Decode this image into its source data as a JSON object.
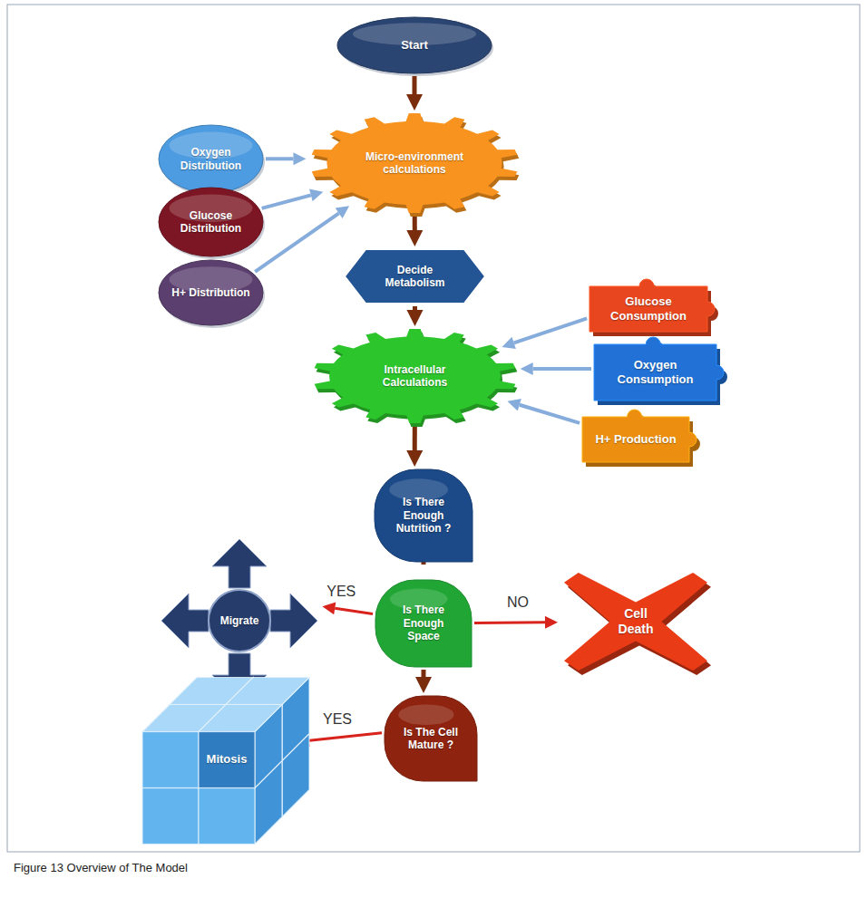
{
  "diagram": {
    "caption": "Figure 13 Overview of The Model",
    "nodes": [
      {
        "text": [
          "Start"
        ]
      },
      {
        "text": [
          "Oxygen Distribution"
        ]
      },
      {
        "text": [
          "Micro-environment calculations"
        ]
      },
      {
        "text": [
          "Glucose Distribution"
        ]
      },
      {
        "text": [
          "H+ Distribution"
        ]
      },
      {
        "text": [
          "Decide Metabolism"
        ]
      },
      {
        "text": [
          "Glucose Consumption"
        ]
      },
      {
        "text": [
          "Intracellular Calculations"
        ]
      },
      {
        "text": [
          "Oxygen Consumption"
        ]
      },
      {
        "text": [
          "H+ Production"
        ]
      },
      {
        "text": [
          "Is There Enough Nutrition ?"
        ]
      },
      {
        "text": [
          "Migrate"
        ]
      },
      {
        "text": [
          "Is There Enough Space"
        ]
      },
      {
        "text": [
          "Cell Death"
        ]
      },
      {
        "text": [
          "Mitosis"
        ]
      },
      {
        "text": [
          "Is The Cell Mature ?"
        ]
      }
    ],
    "edges": [
      {
        "from": 0,
        "to": 2,
        "arrow": "to"
      },
      {
        "from": 1,
        "to": 2,
        "arrow": "to"
      },
      {
        "from": 3,
        "to": 2,
        "arrow": "to"
      },
      {
        "from": 4,
        "to": 2,
        "arrow": "to"
      },
      {
        "from": 2,
        "to": 5,
        "arrow": "to"
      },
      {
        "from": 5,
        "to": 7,
        "arrow": "to"
      },
      {
        "from": 6,
        "to": 7,
        "arrow": "to"
      },
      {
        "from": 8,
        "to": 7,
        "arrow": "to"
      },
      {
        "from": 9,
        "to": 7,
        "arrow": "to"
      },
      {
        "from": 7,
        "to": 10,
        "arrow": "to"
      },
      {
        "from": 10,
        "to": 12,
        "arrow": "to"
      },
      {
        "from": 12,
        "to": 11,
        "label": "YES",
        "arrow": "to"
      },
      {
        "from": 12,
        "to": 13,
        "label": "NO",
        "arrow": "to"
      },
      {
        "from": 12,
        "to": 15,
        "arrow": "to"
      },
      {
        "from": 15,
        "to": 14,
        "label": "YES",
        "arrow": "to"
      }
    ]
  }
}
